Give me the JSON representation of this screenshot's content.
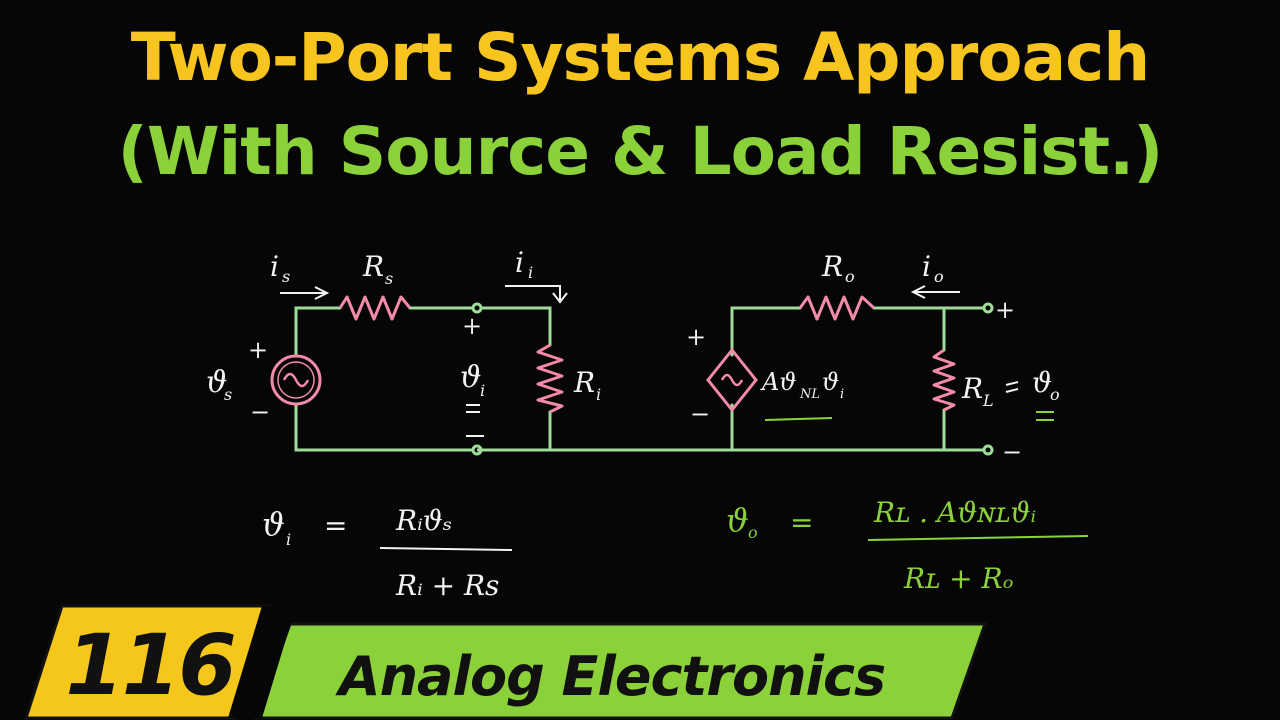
{
  "title_line1": "Two-Port Systems Approach",
  "title_line2": "(With Source & Load Resist.)",
  "episode_number": "116",
  "course_name": "Analog Electronics",
  "colors": {
    "background": "#060606",
    "title_line1": "#f7c51e",
    "title_line2": "#8bd13a",
    "wire": "#9fdc9a",
    "resistor": "#f28aa8",
    "handwriting": "#f2f2f2",
    "banner_yellow": "#f5c71a",
    "banner_green": "#8bd13a",
    "banner_text": "#111111"
  },
  "circuit": {
    "input_labels": {
      "source_current": "i",
      "source_current_sub": "s",
      "source_resistor": "R",
      "source_resistor_sub": "s",
      "input_current": "i",
      "input_current_sub": "i",
      "input_resistor": "R",
      "input_resistor_sub": "i",
      "source_voltage": "ϑ",
      "source_voltage_sub": "s",
      "input_voltage": "ϑ",
      "input_voltage_sub": "i",
      "plus": "+",
      "minus": "−"
    },
    "output_labels": {
      "output_resistor": "R",
      "output_resistor_sub": "o",
      "output_current": "i",
      "output_current_sub": "o",
      "load_resistor": "R",
      "load_resistor_sub": "L",
      "output_voltage": "ϑ",
      "output_voltage_sub": "o",
      "dependent_source_gain": "Aϑ",
      "dependent_source_gain_sub": "NL",
      "dependent_source_var": "ϑ",
      "dependent_source_var_sub": "i",
      "plus": "+",
      "minus": "−"
    }
  },
  "equations": {
    "input": {
      "lhs": "ϑ",
      "lhs_sub": "i",
      "equals": "=",
      "numerator": "Rᵢϑₛ",
      "denominator": "Rᵢ + Rs"
    },
    "output": {
      "lhs": "ϑ",
      "lhs_sub": "o",
      "equals": "=",
      "numerator": "Rʟ . Aϑɴʟϑᵢ",
      "denominator": "Rʟ + Rₒ"
    }
  }
}
